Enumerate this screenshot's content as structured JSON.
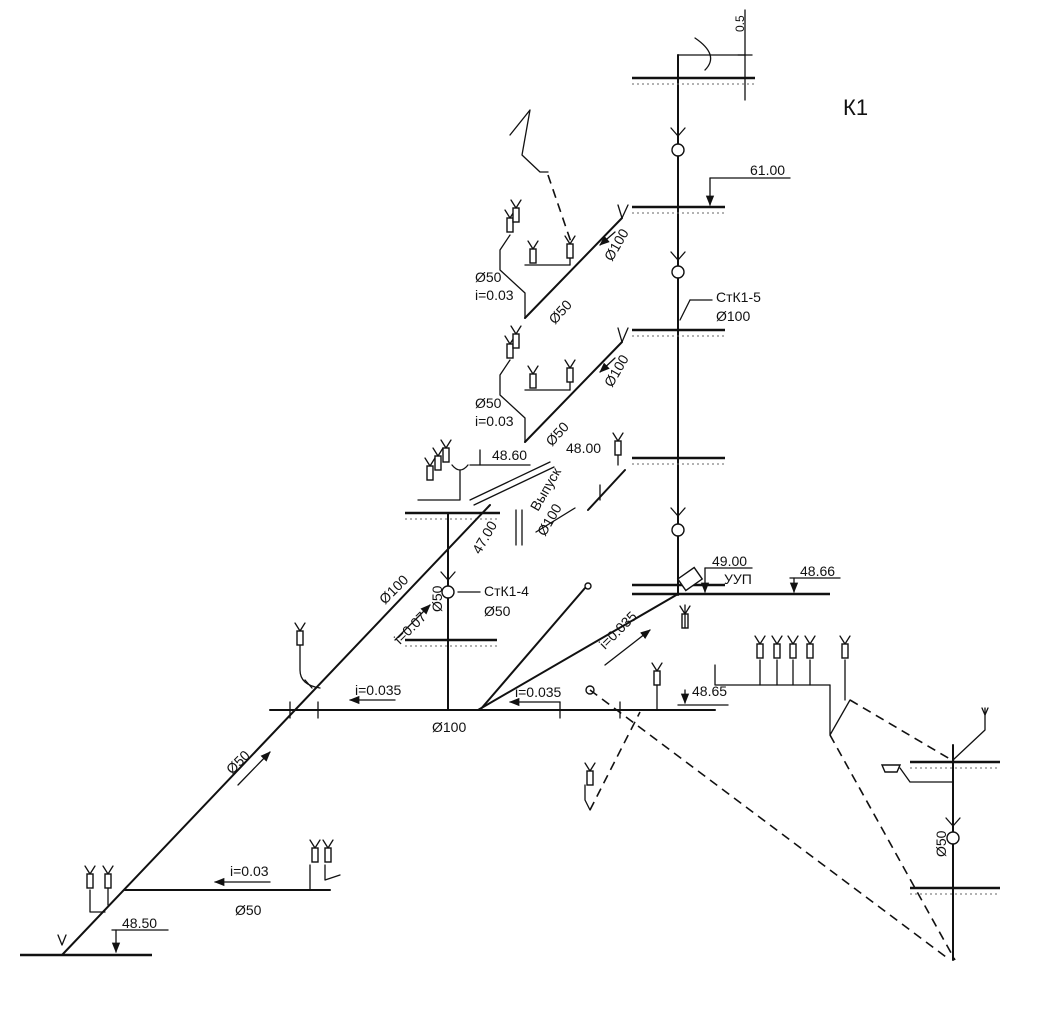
{
  "title": "К1",
  "dimension_top": "0.5",
  "riser_labels": {
    "riser_5_name": "СтК1-5",
    "riser_5_diam": "Ø100",
    "riser_4_name": "СтК1-4",
    "riser_4_diam": "Ø50",
    "riser_4_vertical_diam": "Ø50"
  },
  "elevations": {
    "top_floor": "61.00",
    "mid_floor": "48.60",
    "mid_floor_2": "48.00",
    "outlet_level": "47.00",
    "node_level": "49.00",
    "node_right": "48.66",
    "right_level": "48.65",
    "bottom_level": "48.50"
  },
  "floor_branches": {
    "upper_d50": "Ø50",
    "upper_slope": "i=0.03",
    "upper_d50_diag": "Ø50",
    "upper_d100": "Ø100",
    "lower_d50": "Ø50",
    "lower_slope": "i=0.03",
    "lower_d50_diag": "Ø50",
    "lower_d100": "Ø100"
  },
  "outlet": {
    "label": "Выпуск",
    "diam": "Ø100"
  },
  "node": {
    "label": "УУП"
  },
  "mains": {
    "diag_d100": "Ø100",
    "diag_slope": "i=0.07",
    "main_slope_left": "i=0.035",
    "main_slope_right": "i=0.035",
    "main_diam": "Ø100",
    "branch_slope": "i=0.035",
    "lower_diag_d50": "Ø50",
    "bottom_slope": "i=0.03",
    "bottom_diam": "Ø50"
  },
  "right_riser": {
    "diam": "Ø50"
  },
  "icons": [
    "vent-hood-icon",
    "cleanout-icon",
    "fixture-icon",
    "floor-slab-icon",
    "slope-arrow-icon"
  ]
}
